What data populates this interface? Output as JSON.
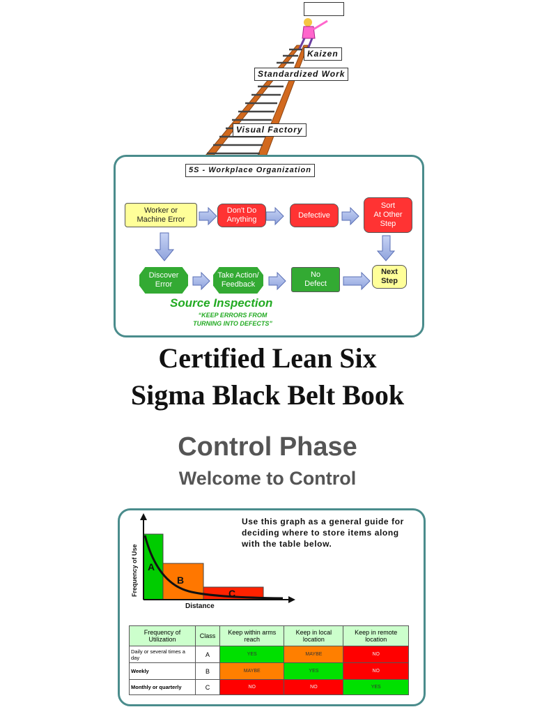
{
  "ladder": {
    "top_box": "",
    "steps": [
      {
        "label": "Kaizen"
      },
      {
        "label": "Standardized Work"
      },
      {
        "label": "Visual Factory"
      },
      {
        "label": "5S - Workplace Organization"
      }
    ]
  },
  "source_panel": {
    "row1": [
      "Worker or\nMachine Error",
      "Don't Do\nAnything",
      "Defective",
      "Sort\nAt Other\nStep"
    ],
    "row2": [
      "Discover\nError",
      "Take Action/\nFeedback",
      "No\nDefect",
      "Next\nStep"
    ],
    "heading": "Source Inspection",
    "subtitle_line1": "“KEEP ERRORS FROM",
    "subtitle_line2": "TURNING INTO DEFECTS”"
  },
  "book": {
    "title_line1": "Certified Lean Six",
    "title_line2": "Sigma Black Belt Book",
    "phase": "Control Phase",
    "welcome": "Welcome to Control"
  },
  "storage_panel": {
    "guide_text": "Use this graph as a general guide for deciding where to store items along with the table below.",
    "graph": {
      "y_label": "Frequency of Use",
      "x_label": "Distance",
      "classes": [
        "A",
        "B",
        "C"
      ]
    },
    "table": {
      "headers": [
        "Frequency of Utilization",
        "Class",
        "Keep within arms reach",
        "Keep in local location",
        "Keep in remote location"
      ],
      "rows": [
        {
          "freq": "Daily or several times a day",
          "cls": "A",
          "arms": "YES",
          "local": "MAYBE",
          "remote": "NO"
        },
        {
          "freq": "Weekly",
          "cls": "B",
          "arms": "MAYBE",
          "local": "YES",
          "remote": "NO"
        },
        {
          "freq": "Monthly or quarterly",
          "cls": "C",
          "arms": "NO",
          "local": "NO",
          "remote": "YES"
        }
      ]
    }
  },
  "colors": {
    "panel_border": "#4a8c8c",
    "yes": "#00e000",
    "maybe": "#ff7f00",
    "no": "#ff0000",
    "ladder": "#cc6611"
  }
}
